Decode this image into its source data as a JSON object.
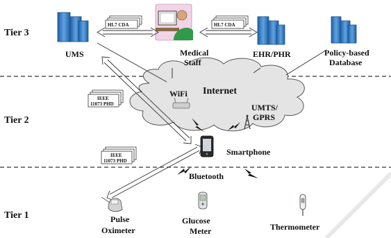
{
  "tiers": {
    "tier3": "Tier 3",
    "tier2": "Tier 2",
    "tier1": "Tier 1"
  },
  "nodes": {
    "ums": "UMS",
    "medical_staff_line1": "Medical",
    "medical_staff_line2": "Staff",
    "ehr_phr": "EHR/PHR",
    "policy_db_line1": "Policy-based",
    "policy_db_line2": "Database",
    "internet": "Internet",
    "wifi": "WiFi",
    "umts_line1": "UMTS/",
    "umts_line2": "GPRS",
    "smartphone": "Smartphone",
    "bluetooth": "Bluetooth",
    "pulse_line1": "Pulse",
    "pulse_line2": "Oximeter",
    "glucose_line1": "Glucose",
    "glucose_line2": "Meter",
    "thermometer": "Thermometer"
  },
  "messages": {
    "hl7_left": "HL7 CDA",
    "hl7_right": "HL7 CDA",
    "ieee_upper_line1": "IEEE",
    "ieee_upper_line2": "11073 PHD",
    "ieee_lower_line1": "IEEE",
    "ieee_lower_line2": "11073 PHD"
  },
  "colors": {
    "server_blue": "#3b7fc4",
    "cloud_fill": "#e6e6e6",
    "divider": "#333333"
  }
}
